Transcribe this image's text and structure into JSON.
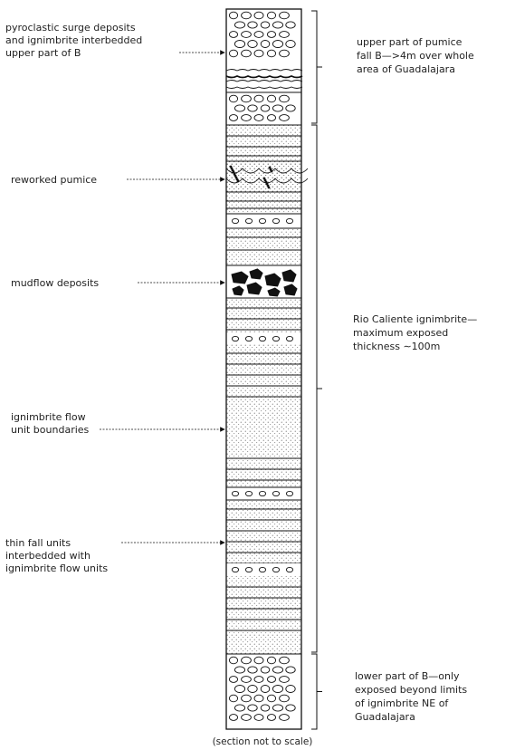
{
  "left_annotations": [
    {
      "id": "surge",
      "lines": [
        "pyroclastic surge deposits",
        "and ignimbrite interbedded",
        "upper part of B"
      ]
    },
    {
      "id": "reworked",
      "lines": [
        "reworked pumice"
      ]
    },
    {
      "id": "mudflow",
      "lines": [
        "mudflow deposits"
      ]
    },
    {
      "id": "flow-boundaries",
      "lines": [
        "ignimbrite flow",
        "unit boundaries"
      ]
    },
    {
      "id": "thin-fall",
      "lines": [
        "thin fall units",
        "interbedded with",
        "ignimbrite flow units"
      ]
    }
  ],
  "right_annotations": [
    {
      "id": "upper-pumice",
      "lines": [
        "upper part of pumice",
        "fall B—>4m over whole",
        "area of Guadalajara"
      ]
    },
    {
      "id": "rio-caliente",
      "lines": [
        "Rio Caliente ignimbrite—",
        "maximum exposed",
        "thickness ∼100m"
      ]
    },
    {
      "id": "lower-pumice",
      "lines": [
        "lower part of B—only",
        "exposed beyond limits",
        "of ignimbrite NE of",
        "Guadalajara"
      ]
    }
  ],
  "caption": "(section not to scale)"
}
